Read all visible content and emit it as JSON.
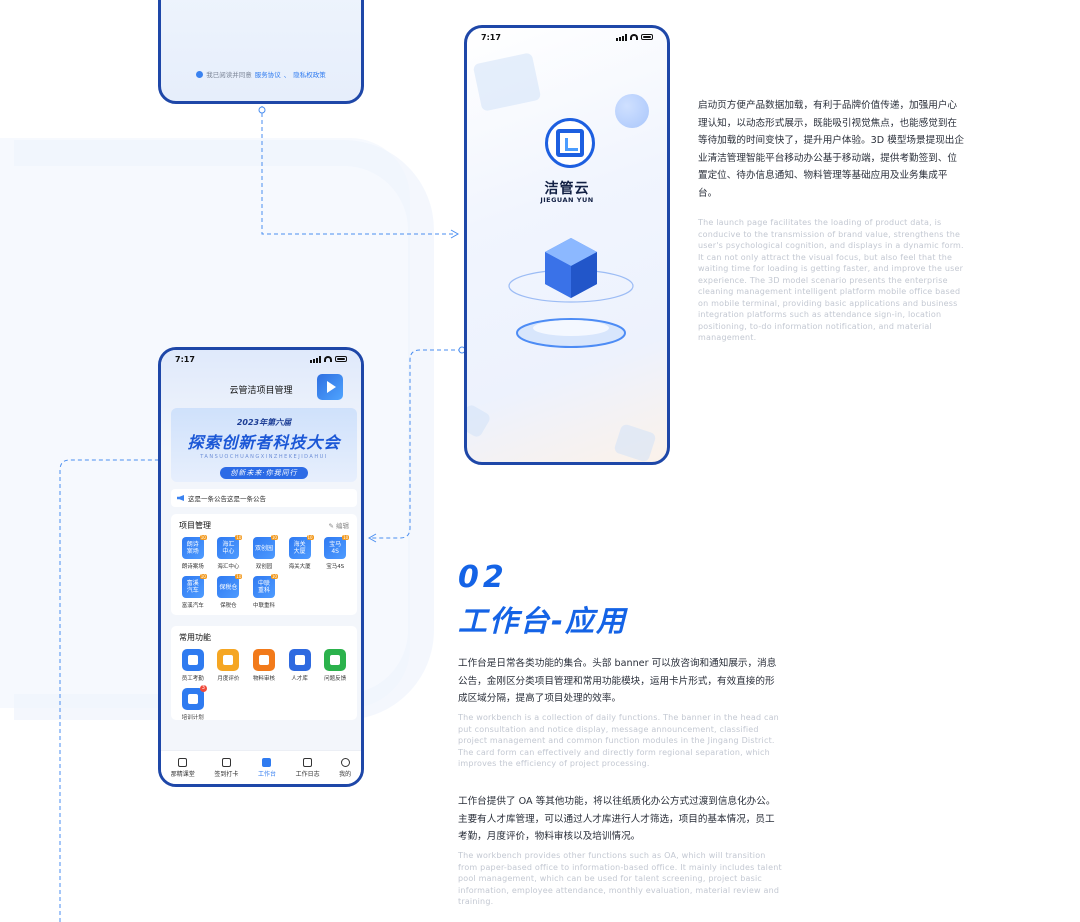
{
  "colors": {
    "accent": "#1463e6",
    "frame": "#1e47a8",
    "connector": "#4a8ef0"
  },
  "top_phone": {
    "agreement_prefix": "我已阅读并同意",
    "service_link": "服务协议",
    "sep": "、",
    "privacy_link": "隐私权政策"
  },
  "splash_phone": {
    "time": "7:17",
    "brand_cn": "洁管云",
    "brand_en": "JIEGUAN YUN"
  },
  "splash_desc": {
    "cn": "启动页方便产品数据加载，有利于品牌价值传递，加强用户心理认知，以动态形式展示，既能吸引视觉焦点，也能感觉到在等待加载的时间变快了，提升用户体验。3D 模型场景提现出企业清洁管理智能平台移动办公基于移动端，提供考勤签到、位置定位、待办信息通知、物料管理等基础应用及业务集成平台。",
    "en": "The launch page facilitates the loading of product data, is conducive to the transmission of brand value, strengthens the user's psychological cognition, and displays in a dynamic form. It can not only attract the visual focus, but also feel that the waiting time for loading is getting faster, and improve the user experience. The 3D model scenario presents the enterprise cleaning management intelligent platform mobile office based on mobile terminal, providing basic applications and business integration platforms such as attendance sign-in, location positioning, to-do information notification, and material management."
  },
  "work_phone": {
    "time": "7:17",
    "title": "云管洁项目管理",
    "banner": {
      "year": "2023年第六届",
      "main": "探索创新者科技大会",
      "pinyin": "TANSUOCHUANGXINZHEKEJIDAHUI",
      "slogan": "创新未来·你我同行"
    },
    "notice": "这是一条公告这是一条公告",
    "project": {
      "title": "项目管理",
      "edit": "编辑",
      "items": [
        {
          "icon": "朗诗\n案场",
          "tag": "10",
          "label": "朗诗案场"
        },
        {
          "icon": "海汇\n中心",
          "tag": "10",
          "label": "海汇中心"
        },
        {
          "icon": "双创园",
          "tag": "10",
          "label": "双创园"
        },
        {
          "icon": "海关\n大厦",
          "tag": "10",
          "label": "海关大厦"
        },
        {
          "icon": "宝马\n4S",
          "tag": "10",
          "label": "宝马4S"
        },
        {
          "icon": "富溪\n汽车",
          "tag": "10",
          "label": "富溪汽车"
        },
        {
          "icon": "保税仓",
          "tag": "10",
          "label": "保税仓"
        },
        {
          "icon": "中联\n重科",
          "tag": "10",
          "label": "中联重科"
        }
      ]
    },
    "functions": {
      "title": "常用功能",
      "items": [
        {
          "label": "员工考勤",
          "color": "#2f7bf0",
          "icon": "shield-check-icon"
        },
        {
          "label": "月度评价",
          "color": "#f5a623",
          "icon": "edit-note-icon"
        },
        {
          "label": "物料审核",
          "color": "#f27a1a",
          "icon": "person-card-icon"
        },
        {
          "label": "人才库",
          "color": "#2f6ae0",
          "icon": "talent-icon"
        },
        {
          "label": "问题反馈",
          "color": "#2bb24c",
          "icon": "feedback-icon"
        },
        {
          "label": "培训计划",
          "color": "#2f7bf0",
          "icon": "training-icon",
          "badge": "3"
        }
      ]
    },
    "tabs": [
      {
        "label": "那精课堂",
        "icon": "book-icon"
      },
      {
        "label": "签到打卡",
        "icon": "checkin-icon"
      },
      {
        "label": "工作台",
        "icon": "grid-icon",
        "active": true
      },
      {
        "label": "工作日志",
        "icon": "log-icon"
      },
      {
        "label": "我的",
        "icon": "user-icon"
      }
    ]
  },
  "section": {
    "number": "02",
    "title": "工作台-应用",
    "p1_cn": "工作台是日常各类功能的集合。头部 banner 可以放咨询和通知展示，消息公告，金刚区分类项目管理和常用功能模块，运用卡片形式，有效直接的形成区域分隔，提高了项目处理的效率。",
    "p1_en": "The workbench is a collection of daily functions. The banner in the head can put consultation and notice display, message announcement, classified project management and common function modules in the Jingang District. The card form can effectively and directly form regional separation, which improves the efficiency of project processing.",
    "p2_cn": "工作台提供了 OA 等其他功能，将以往纸质化办公方式过渡到信息化办公。主要有人才库管理，可以通过人才库进行人才筛选，项目的基本情况，员工考勤，月度评价，物料审核以及培训情况。",
    "p2_en": "The workbench provides other functions such as OA, which will transition from paper-based office to information-based office. It mainly includes talent pool management, which can be used for talent screening, project basic information, employee attendance, monthly evaluation, material review and training."
  }
}
